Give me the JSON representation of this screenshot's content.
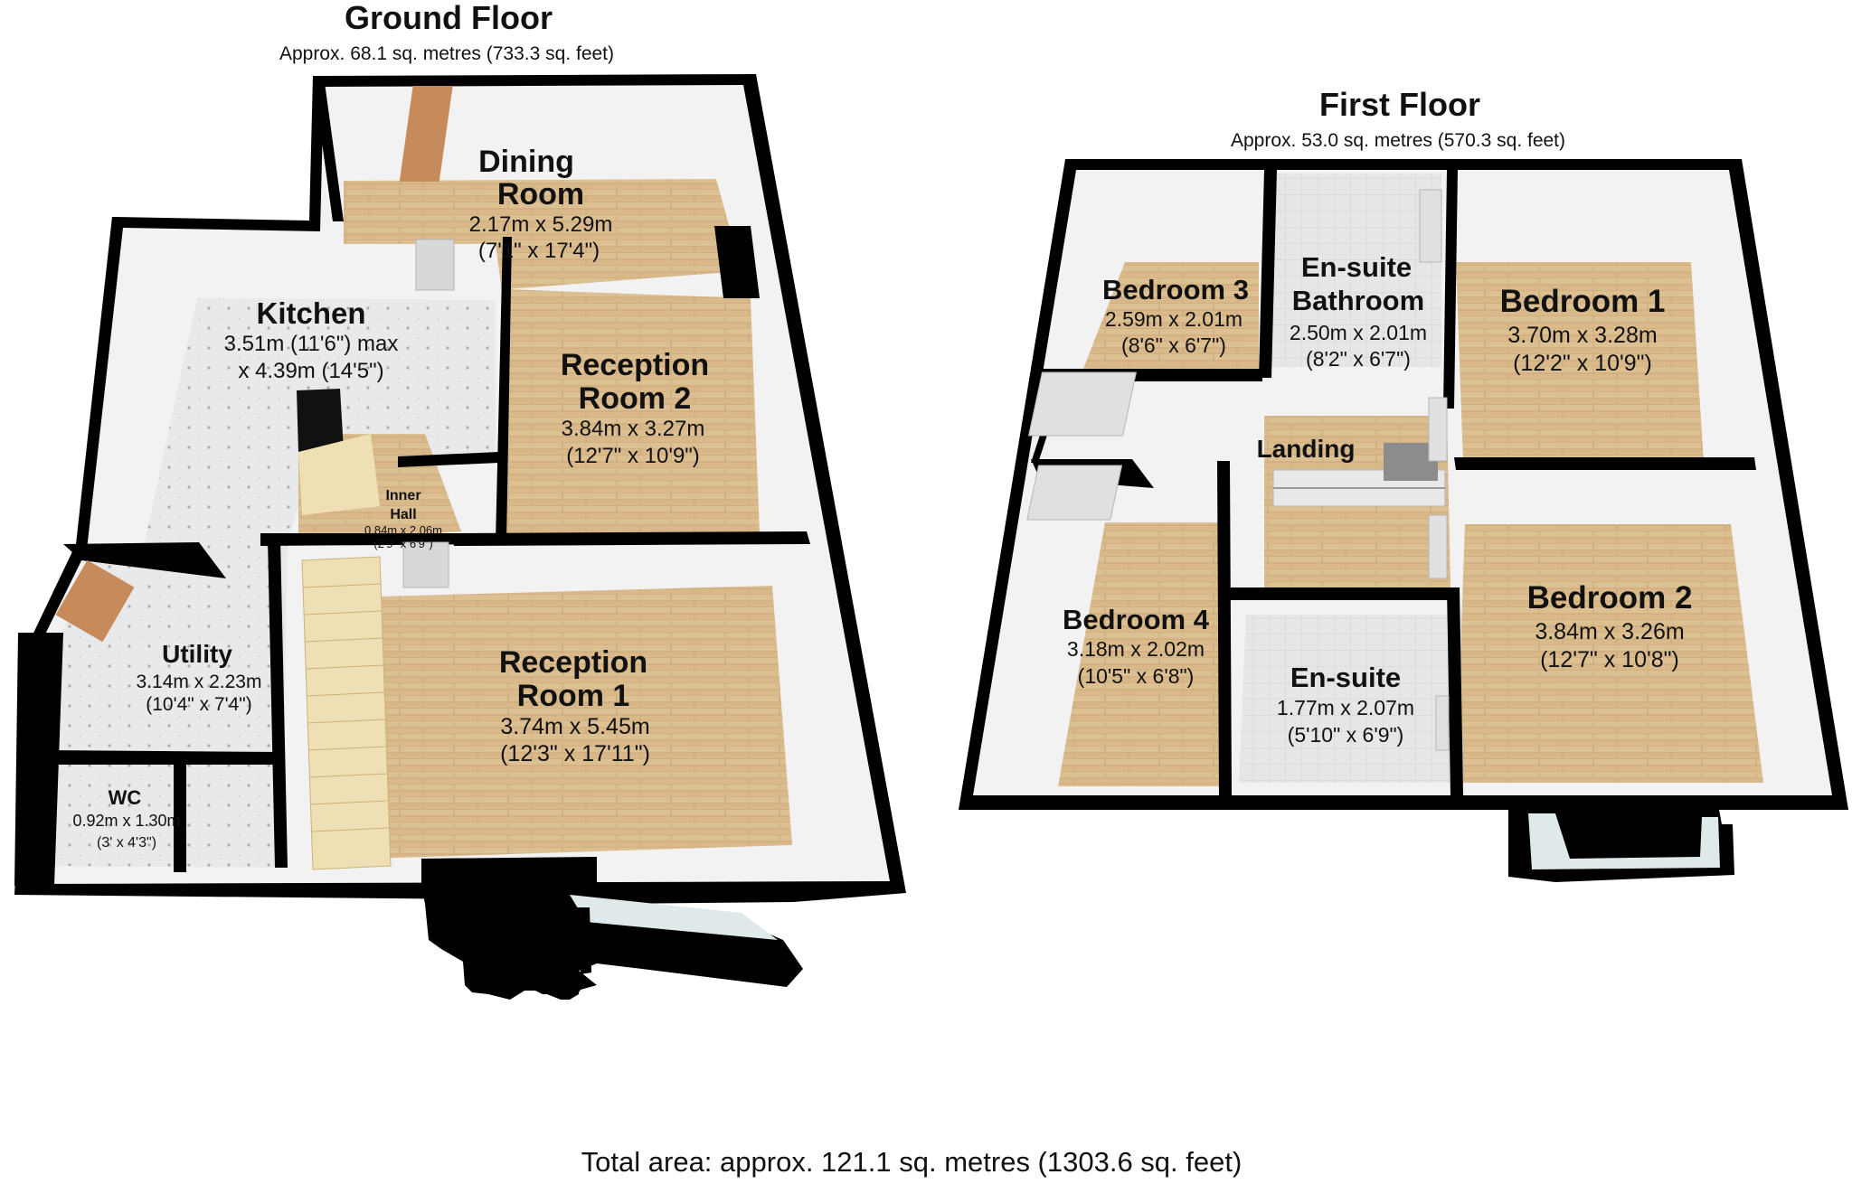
{
  "ground_floor": {
    "title": "Ground Floor",
    "area": "Approx. 68.1 sq. metres (733.3 sq. feet)",
    "rooms": {
      "dining_room": {
        "name_1": "Dining",
        "name_2": "Room",
        "size_metric": "2.17m x 5.29m",
        "size_imperial": "(7'1\" x 17'4\")"
      },
      "kitchen": {
        "name": "Kitchen",
        "size_metric": "3.51m (11'6\") max",
        "size_imperial": "x 4.39m (14'5\")"
      },
      "reception_room_2": {
        "name_1": "Reception",
        "name_2": "Room 2",
        "size_metric": "3.84m x 3.27m",
        "size_imperial": "(12'7\" x 10'9\")"
      },
      "inner_hall": {
        "name_1": "Inner",
        "name_2": "Hall",
        "size_metric": "0.84m x 2.06m",
        "size_imperial": "(2'9\" x 6'9\")"
      },
      "utility": {
        "name": "Utility",
        "size_metric": "3.14m x 2.23m",
        "size_imperial": "(10'4\" x 7'4\")"
      },
      "wc": {
        "name": "WC",
        "size_metric": "0.92m x 1.30m",
        "size_imperial": "(3' x 4'3\")"
      },
      "reception_room_1": {
        "name_1": "Reception",
        "name_2": "Room 1",
        "size_metric": "3.74m x 5.45m",
        "size_imperial": "(12'3\" x 17'11\")"
      }
    }
  },
  "first_floor": {
    "title": "First Floor",
    "area": "Approx. 53.0 sq. metres (570.3 sq. feet)",
    "rooms": {
      "bedroom_3": {
        "name": "Bedroom 3",
        "size_metric": "2.59m x 2.01m",
        "size_imperial": "(8'6\" x 6'7\")"
      },
      "ensuite_bathroom": {
        "name_1": "En-suite",
        "name_2": "Bathroom",
        "size_metric": "2.50m x 2.01m",
        "size_imperial": "(8'2\" x 6'7\")"
      },
      "bedroom_1": {
        "name": "Bedroom 1",
        "size_metric": "3.70m x 3.28m",
        "size_imperial": "(12'2\" x 10'9\")"
      },
      "landing": {
        "name": "Landing"
      },
      "bedroom_4": {
        "name": "Bedroom 4",
        "size_metric": "3.18m x 2.02m",
        "size_imperial": "(10'5\" x 6'8\")"
      },
      "ensuite": {
        "name": "En-suite",
        "size_metric": "1.77m x 2.07m",
        "size_imperial": "(5'10\" x 6'9\")"
      },
      "bedroom_2": {
        "name": "Bedroom 2",
        "size_metric": "3.84m x 3.26m",
        "size_imperial": "(12'7\" x 10'8\")"
      }
    }
  },
  "total_area": "Total area: approx. 121.1 sq. metres (1303.6 sq. feet)",
  "colors": {
    "wall": "#000000",
    "wood_floor": "#d9b98a",
    "tile_floor": "#e4e6e8",
    "wall_face": "#f2f2f2"
  }
}
